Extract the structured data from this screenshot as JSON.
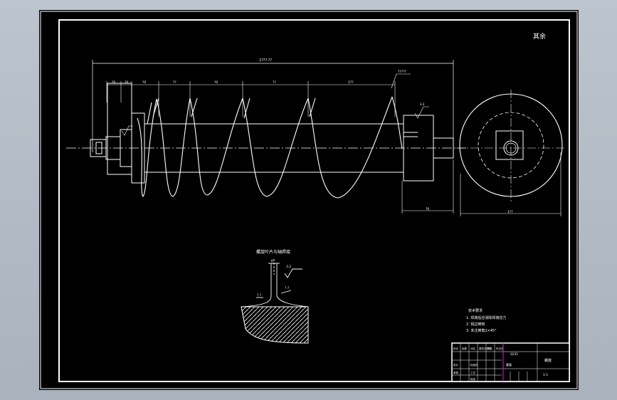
{
  "drawing": {
    "corner_note": "其余",
    "overall_length": "1???.??",
    "pitch_labels": [
      "?0",
      "?0",
      "?0",
      "??",
      "?0",
      "??",
      "1??"
    ],
    "flight_label": "?????",
    "roughness_mark": "3.2",
    "section_title": "螺旋叶片与轴焊接",
    "section_marks": [
      "6",
      "3.2",
      "?.?",
      "?.?"
    ],
    "right_dims": [
      "?0",
      "1??"
    ]
  },
  "tech_requirements": {
    "title": "技术要求",
    "items": [
      "1. 焊接后应消除焊接应力",
      "2. 锐边倒钝",
      "3. 未注倒角2×45°"
    ]
  },
  "title_block": {
    "part_name": "螺旋",
    "scale": "1:1",
    "material": "Q235",
    "weight_label": "重量",
    "labels": [
      "标记",
      "处数",
      "分区",
      "更改文件号",
      "签名",
      "年月日",
      "设计",
      "标准化",
      "审核",
      "工艺",
      "批准"
    ]
  },
  "colors": {
    "sheet": "#000000",
    "line": "#ffffff",
    "accent": "#ff00ff"
  }
}
